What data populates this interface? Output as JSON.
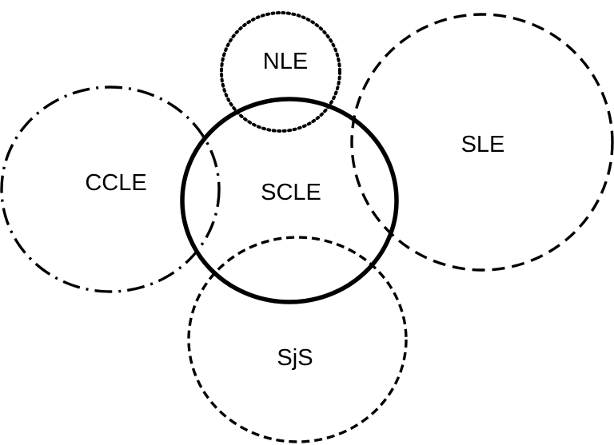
{
  "diagram": {
    "nle": {
      "label": "NLE"
    },
    "sle": {
      "label": "SLE"
    },
    "ccle": {
      "label": "CCLE"
    },
    "scle": {
      "label": "SCLE"
    },
    "sjs": {
      "label": "SjS"
    }
  },
  "colors": {
    "stroke": "#000000",
    "background": "#ffffff",
    "text": "#000000"
  }
}
